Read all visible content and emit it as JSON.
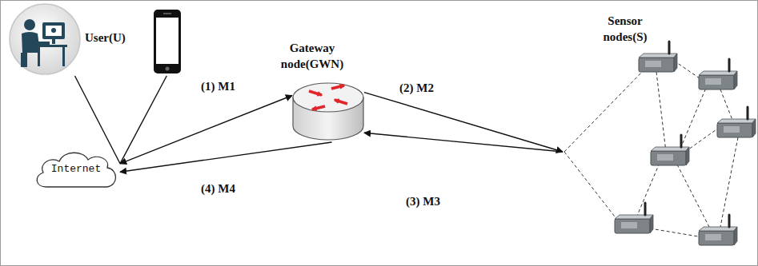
{
  "diagram": {
    "nodes": [
      {
        "text": [
          "User(U)"
        ]
      },
      {
        "text": [
          "Internet"
        ]
      },
      {
        "text": [
          "Gateway node(GWN)"
        ]
      },
      {
        "text": [
          "Sensor nodes(S)"
        ]
      }
    ],
    "edges": [
      {
        "from": 0,
        "to": 1,
        "arrow": "none"
      },
      {
        "from": 0,
        "to": 1,
        "arrow": "none"
      },
      {
        "from": 1,
        "to": 2,
        "label": "(1) M1",
        "arrow": "both"
      },
      {
        "from": 2,
        "to": 3,
        "label": "(2) M2",
        "arrow": "to"
      },
      {
        "from": 3,
        "to": 2,
        "label": "(3) M3",
        "arrow": "to"
      },
      {
        "from": 2,
        "to": 1,
        "label": "(4) M4",
        "arrow": "to"
      }
    ]
  }
}
